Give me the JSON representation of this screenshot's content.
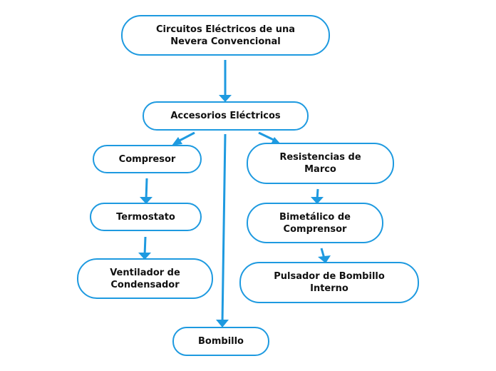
{
  "diagram": {
    "accent_color": "#1e9ae0",
    "nodes": {
      "root": "Circuitos Eléctricos de una\nNevera Convencional",
      "accesorios": "Accesorios Eléctricos",
      "compresor": "Compresor",
      "termostato": "Termostato",
      "ventilador": "Ventilador de\nCondensador",
      "bombillo": "Bombillo",
      "resistencias": "Resistencias de\nMarco",
      "bimetalico": "Bimetálico de\nComprensor",
      "pulsador": "Pulsador de Bombillo\nInterno"
    },
    "edges": [
      [
        "root",
        "accesorios"
      ],
      [
        "accesorios",
        "compresor"
      ],
      [
        "accesorios",
        "bombillo"
      ],
      [
        "accesorios",
        "resistencias"
      ],
      [
        "compresor",
        "termostato"
      ],
      [
        "termostato",
        "ventilador"
      ],
      [
        "resistencias",
        "bimetalico"
      ],
      [
        "bimetalico",
        "pulsador"
      ]
    ]
  }
}
